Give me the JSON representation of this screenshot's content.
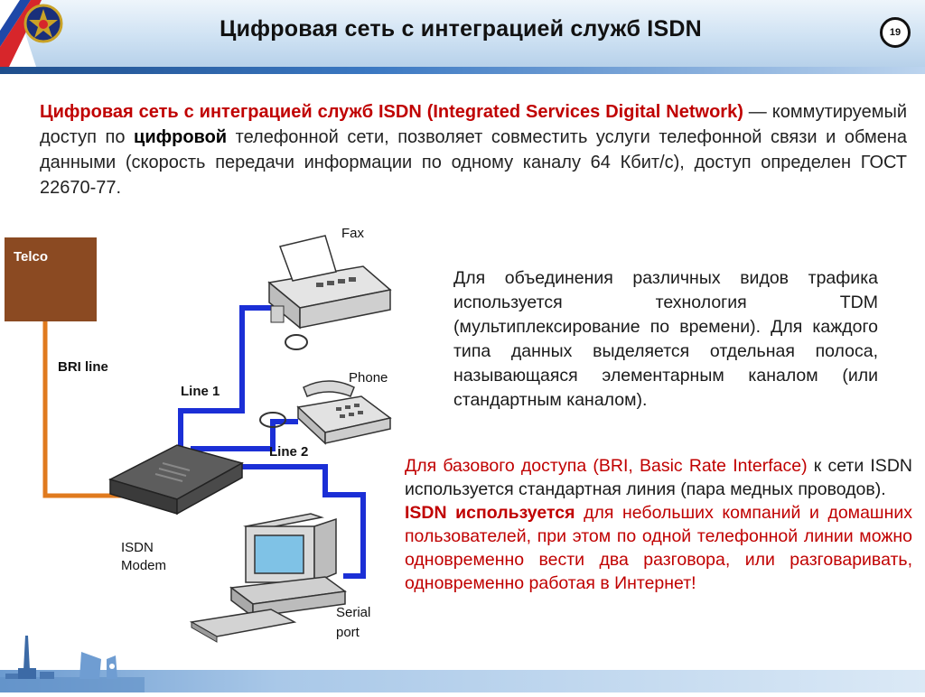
{
  "header": {
    "title": "Цифровая сеть с интеграцией служб ISDN",
    "slide_number": "19"
  },
  "intro": {
    "term": "Цифровая сеть с интеграцией служб ISDN (Integrated Services Digital Network)",
    "dash": " — ",
    "part1": "коммутируемый доступ по ",
    "bold_word": "цифровой",
    "part2": " телефонной сети, позволяет совместить услуги телефонной связи и обмена данными (скорость передачи информации по одному каналу 64 Кбит/с), доступ определен ГОСТ 22670-77."
  },
  "diagram": {
    "telco": "Telco",
    "bri_line": "BRI line",
    "line1": "Line 1",
    "line2": "Line 2",
    "fax": "Fax",
    "phone": "Phone",
    "modem_l1": "ISDN",
    "modem_l2": "Modem",
    "serial_l1": "Serial",
    "serial_l2": "port",
    "colors": {
      "telco_box": "#8b4a22",
      "bri_wire": "#e07a1e",
      "lines": "#1b2fd6"
    }
  },
  "tdm_text": "Для объединения различных видов трафика используется технология TDM (мультиплексирование по времени). Для каждого типа данных выделяется отдельная полоса, называющаяся элементарным каналом (или стандартным каналом).",
  "bri": {
    "red1": "Для базового доступа (BRI, Basic Rate Interface)",
    "black1": " к сети ISDN используется стандартная линия (пара медных проводов).",
    "bold_red": "ISDN используется",
    "red2": " для небольших компаний и домашних пользователей, при этом по одной телефонной линии можно одновременно вести два разговора, или разговаривать, одновременно работая в Интернет!"
  },
  "theme": {
    "accent_red": "#c00000",
    "header_blue": "#1f4e8c"
  }
}
